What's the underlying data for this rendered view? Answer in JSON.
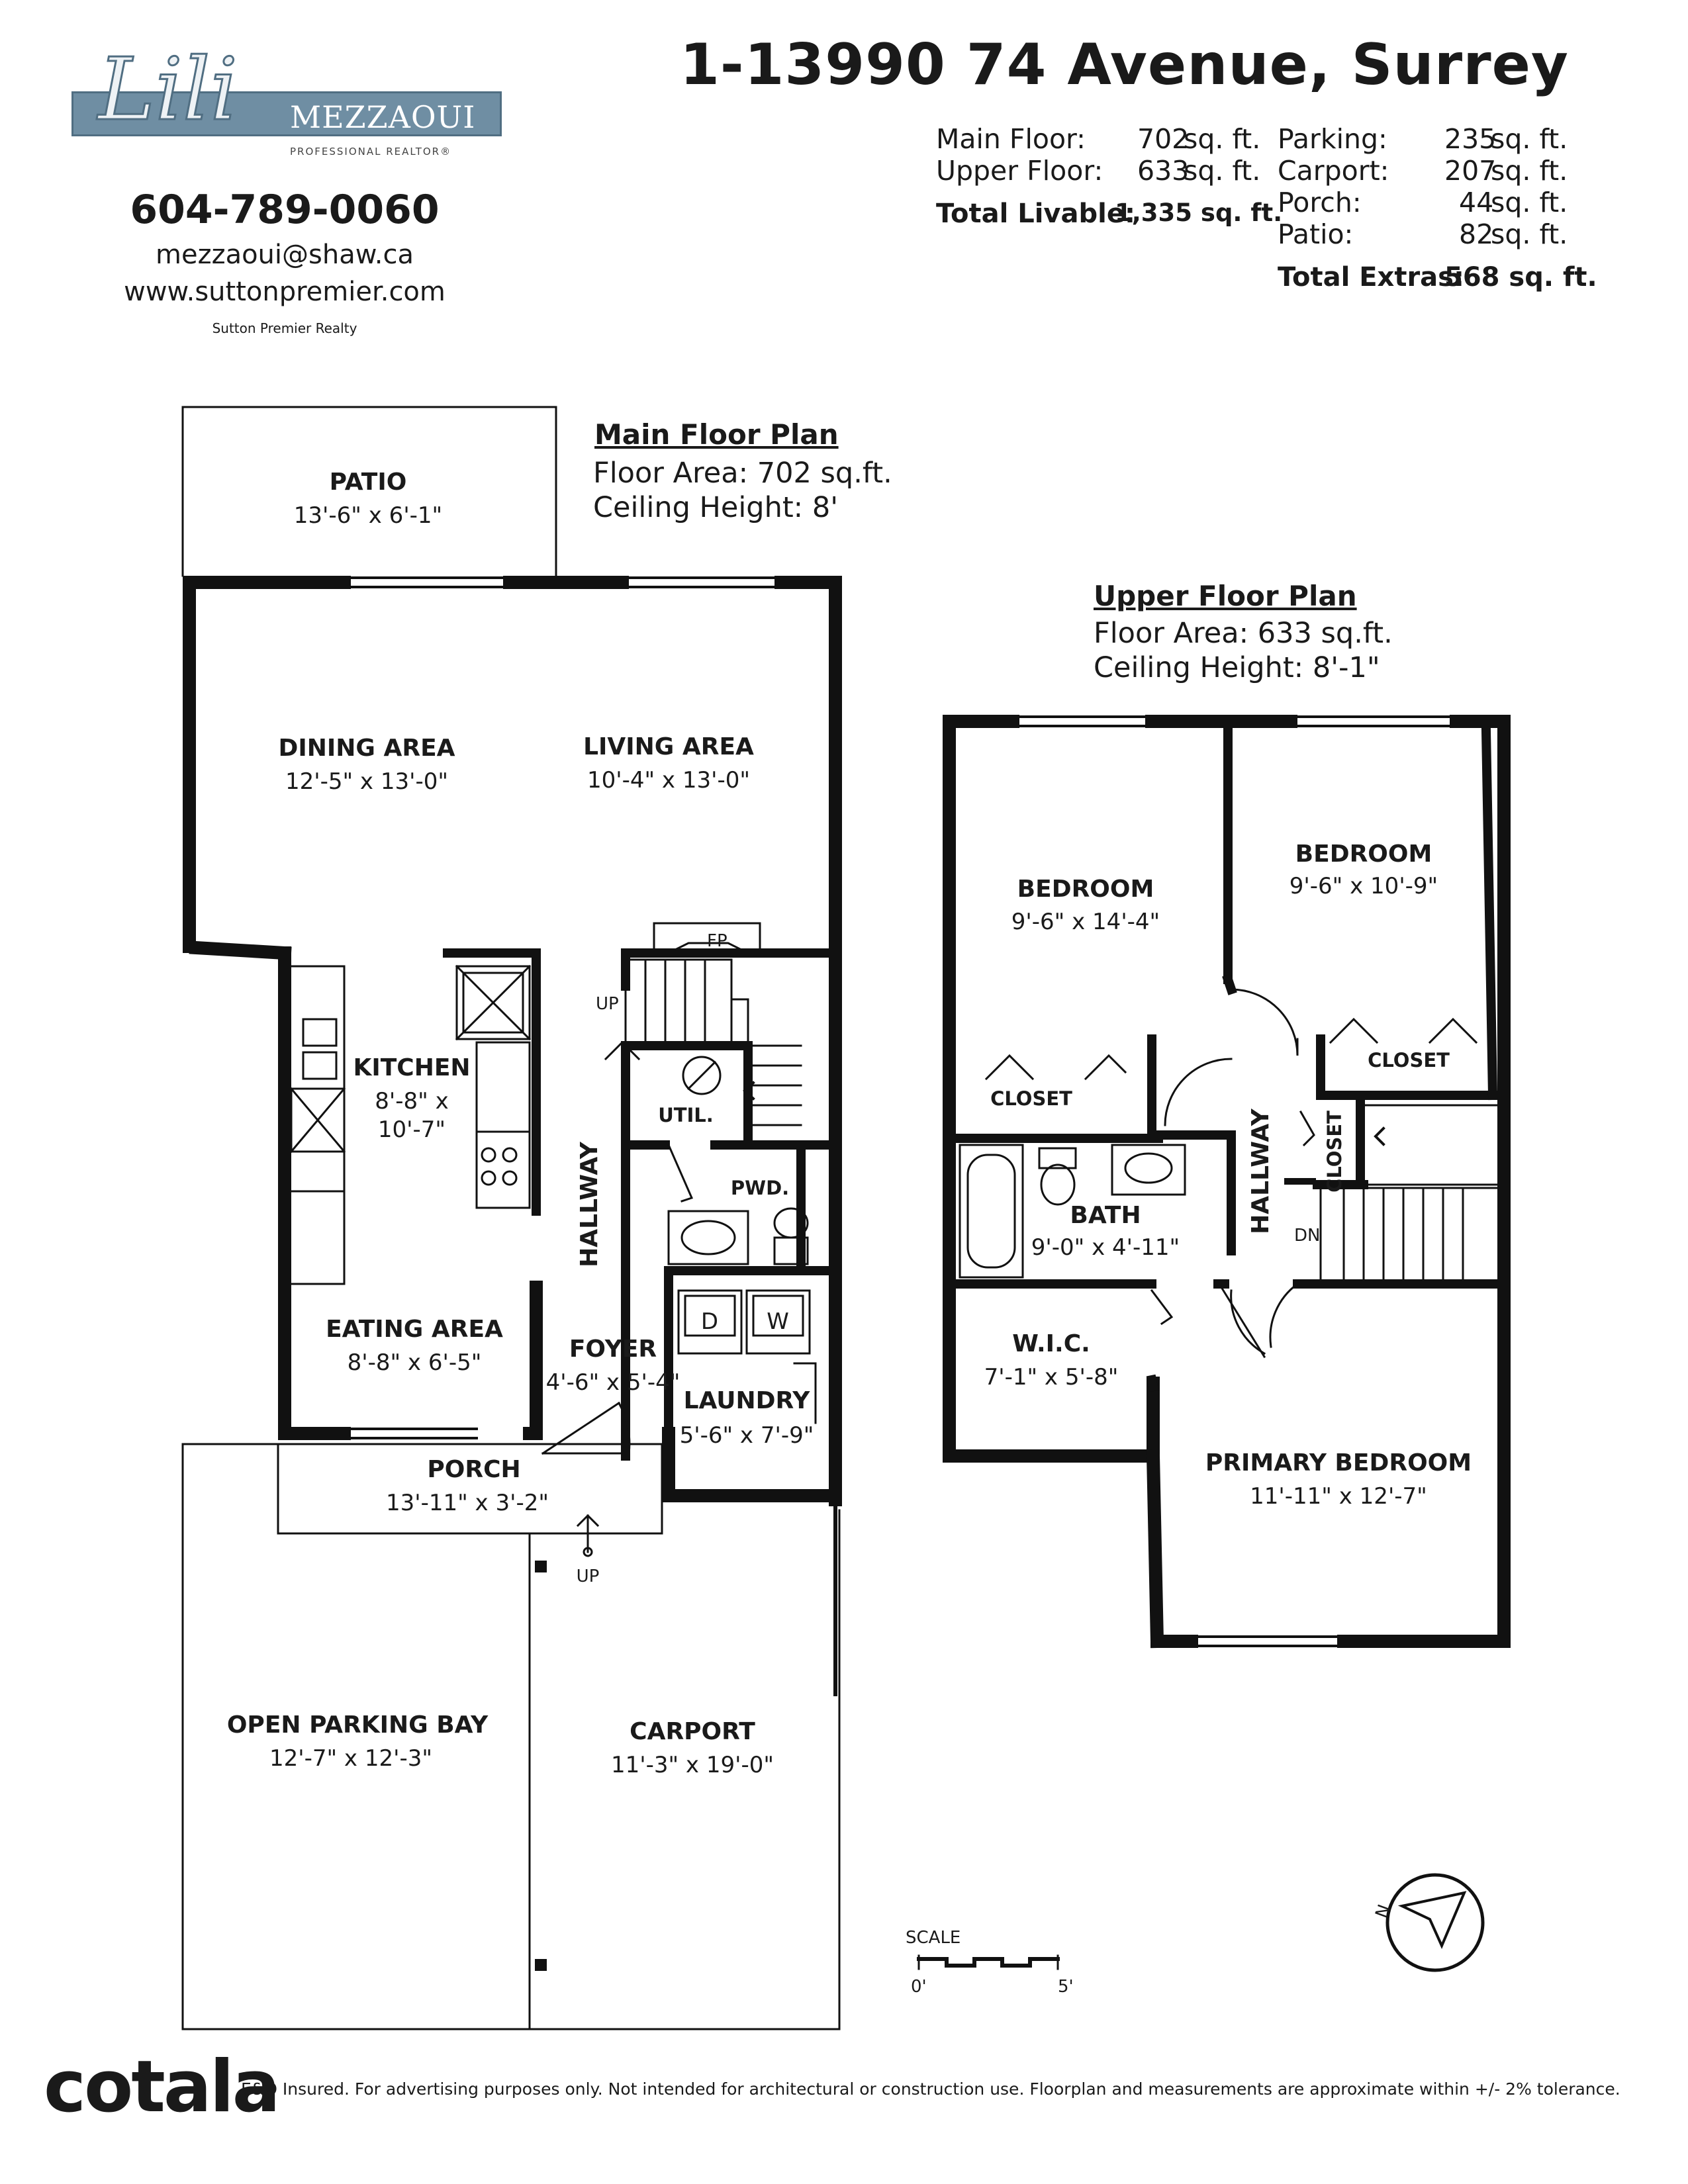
{
  "branding": {
    "logo_script": "Lili",
    "logo_name": "MEZZAOUI",
    "logo_subtitle": "PROFESSIONAL REALTOR®",
    "phone": "604-789-0060",
    "email": "mezzaoui@shaw.ca",
    "website": "www.suttonpremier.com",
    "brokerage": "Sutton Premier Realty"
  },
  "address": "1-13990 74 Avenue, Surrey",
  "areas": {
    "livable": [
      {
        "label": "Main Floor:",
        "value": "702",
        "unit": "sq. ft."
      },
      {
        "label": "Upper Floor:",
        "value": "633",
        "unit": "sq. ft."
      }
    ],
    "total_livable_label": "Total Livable:",
    "total_livable_value": "1,335 sq. ft.",
    "extras": [
      {
        "label": "Parking:",
        "value": "235",
        "unit": "sq. ft."
      },
      {
        "label": "Carport:",
        "value": "207",
        "unit": "sq. ft."
      },
      {
        "label": "Porch:",
        "value": "44",
        "unit": "sq. ft."
      },
      {
        "label": "Patio:",
        "value": "82",
        "unit": "sq. ft."
      }
    ],
    "total_extras_label": "Total Extras:",
    "total_extras_value": "568 sq. ft."
  },
  "main_floor": {
    "title": "Main Floor Plan",
    "floor_area": "Floor Area: 702 sq.ft.",
    "ceiling": "Ceiling Height: 8'",
    "rooms": {
      "patio": {
        "name": "PATIO",
        "dims": "13'-6\" x 6'-1\""
      },
      "dining": {
        "name": "DINING AREA",
        "dims": "12'-5\" x 13'-0\""
      },
      "living": {
        "name": "LIVING AREA",
        "dims": "10'-4\" x 13'-0\""
      },
      "kitchen": {
        "name": "KITCHEN",
        "dims1": "8'-8\" x",
        "dims2": "10'-7\""
      },
      "eating": {
        "name": "EATING AREA",
        "dims": "8'-8\" x 6'-5\""
      },
      "foyer": {
        "name": "FOYER",
        "dims": "4'-6\" x 5'-4\""
      },
      "laundry": {
        "name": "LAUNDRY",
        "dims": "5'-6\" x 7'-9\""
      },
      "pwd": {
        "name": "PWD."
      },
      "util": {
        "name": "UTIL."
      },
      "hallway": {
        "name": "HALLWAY"
      },
      "porch": {
        "name": "PORCH",
        "dims": "13'-11\" x 3'-2\""
      },
      "parking": {
        "name": "OPEN PARKING BAY",
        "dims": "12'-7\" x 12'-3\""
      },
      "carport": {
        "name": "CARPORT",
        "dims": "11'-3\" x 19'-0\""
      }
    },
    "fp_label": "FP",
    "up_label": "UP",
    "dryer": "D",
    "washer": "W"
  },
  "upper_floor": {
    "title": "Upper Floor Plan",
    "floor_area": "Floor Area: 633 sq.ft.",
    "ceiling": "Ceiling Height: 8'-1\"",
    "rooms": {
      "bedroom_left": {
        "name": "BEDROOM",
        "dims": "9'-6\" x 14'-4\""
      },
      "bedroom_right": {
        "name": "BEDROOM",
        "dims": "9'-6\" x 10'-9\""
      },
      "closet_left": {
        "name": "CLOSET"
      },
      "closet_right": {
        "name": "CLOSET"
      },
      "closet_hall": {
        "name": "CLOSET"
      },
      "bath": {
        "name": "BATH",
        "dims": "9'-0\" x 4'-11\""
      },
      "hallway": {
        "name": "HALLWAY"
      },
      "wic": {
        "name": "W.I.C.",
        "dims": "7'-1\" x 5'-8\""
      },
      "primary": {
        "name": "PRIMARY BEDROOM",
        "dims": "11'-11\" x 12'-7\""
      }
    },
    "dn_label": "DN"
  },
  "scale": {
    "label": "SCALE",
    "start": "0'",
    "end": "5'"
  },
  "compass_label": "N",
  "footer": {
    "brand": "cotala",
    "disclaimer": "E&O Insured. For advertising purposes only. Not intended for architectural or construction use. Floorplan and measurements are approximate within +/- 2% tolerance."
  }
}
